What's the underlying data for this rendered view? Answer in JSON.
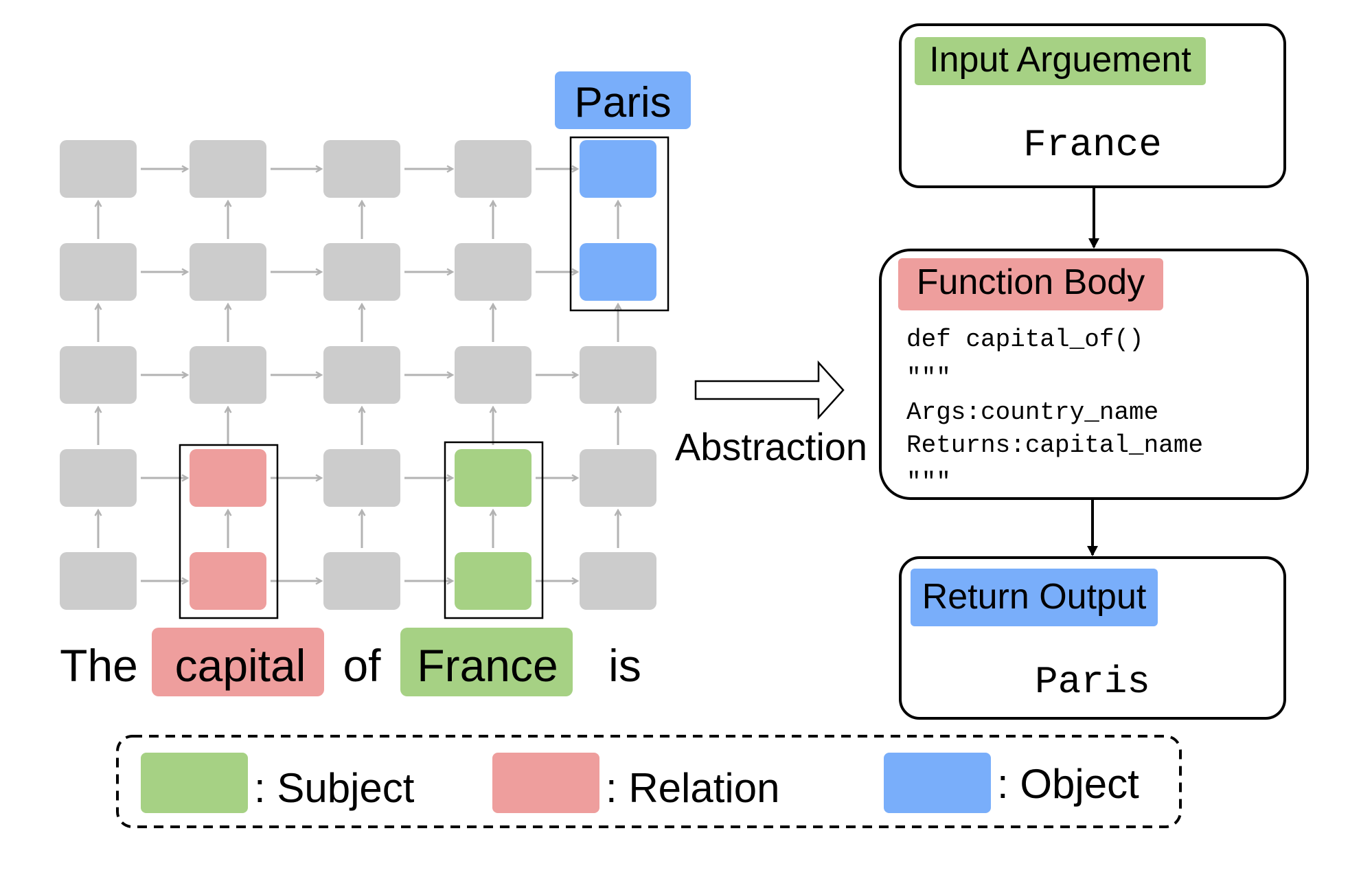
{
  "colors": {
    "gray_cell": "#cccccc",
    "gray_arrow": "#b3b3b3",
    "subject": "#a6d184",
    "relation": "#ee9e9d",
    "object": "#79aefa",
    "stroke": "#000000"
  },
  "network": {
    "output_token": "Paris",
    "sentence": [
      "The",
      "capital",
      "of",
      "France",
      "is"
    ],
    "token_roles": [
      "none",
      "relation",
      "none",
      "subject",
      "none"
    ]
  },
  "abstraction_label": "Abstraction",
  "function": {
    "input_title": "Input Arguement",
    "input_value": "France",
    "body_title": "Function Body",
    "body_lines": [
      "def capital_of()",
      "\"\"\"",
      "Args:country_name",
      "Returns:capital_name",
      "\"\"\""
    ],
    "output_title": "Return Output",
    "output_value": "Paris"
  },
  "legend": {
    "subject": ": Subject",
    "relation": ": Relation",
    "object": ": Object"
  }
}
